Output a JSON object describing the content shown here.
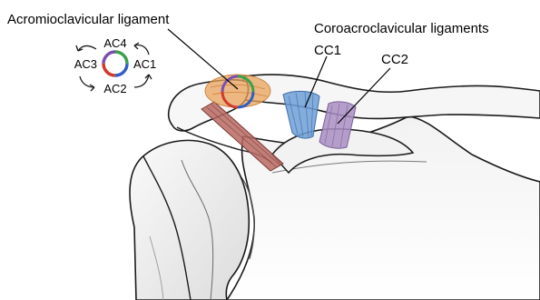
{
  "labels": {
    "acromioclavicular": "Acromioclavicular ligament",
    "coracoclavicular": "Coroacroclavicular ligaments",
    "cc1": "CC1",
    "cc2": "CC2"
  },
  "ac_legend": {
    "ac4": "AC4",
    "ac1": "AC1",
    "ac2": "AC2",
    "ac3": "AC3"
  },
  "colors": {
    "acromioclavicular_ligament": "#e8a25a",
    "cc1_ligament": "#6f9fd6",
    "cc2_ligament": "#a98fc2",
    "muscle_band": "#b86a63",
    "bone_fill": "#f4f4f4",
    "outline": "#1a1a1a",
    "ring_green": "#3aa04a",
    "ring_blue": "#2f5fc4",
    "ring_purple": "#7b4fb0",
    "ring_red": "#d03a2c"
  }
}
